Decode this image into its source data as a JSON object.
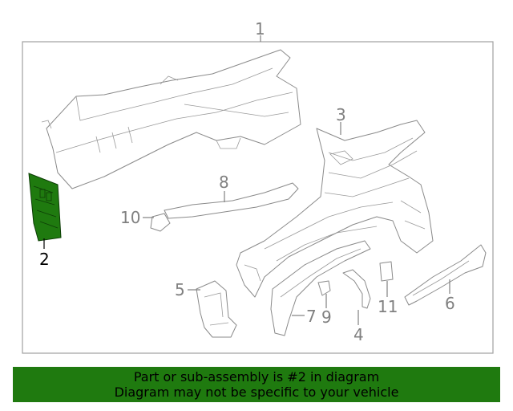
{
  "callouts": {
    "c1": "1",
    "c2": "2",
    "c3": "3",
    "c4": "4",
    "c5": "5",
    "c6": "6",
    "c7": "7",
    "c8": "8",
    "c9": "9",
    "c10": "10",
    "c11": "11"
  },
  "highlighted_part": "2",
  "colors": {
    "highlight": "#1f7a0f",
    "banner": "#1f7a0f",
    "line": "#8a8a8a"
  },
  "banner": {
    "line1": "Part or sub-assembly is #2 in diagram",
    "line2": "Diagram may not be specific to your vehicle"
  }
}
